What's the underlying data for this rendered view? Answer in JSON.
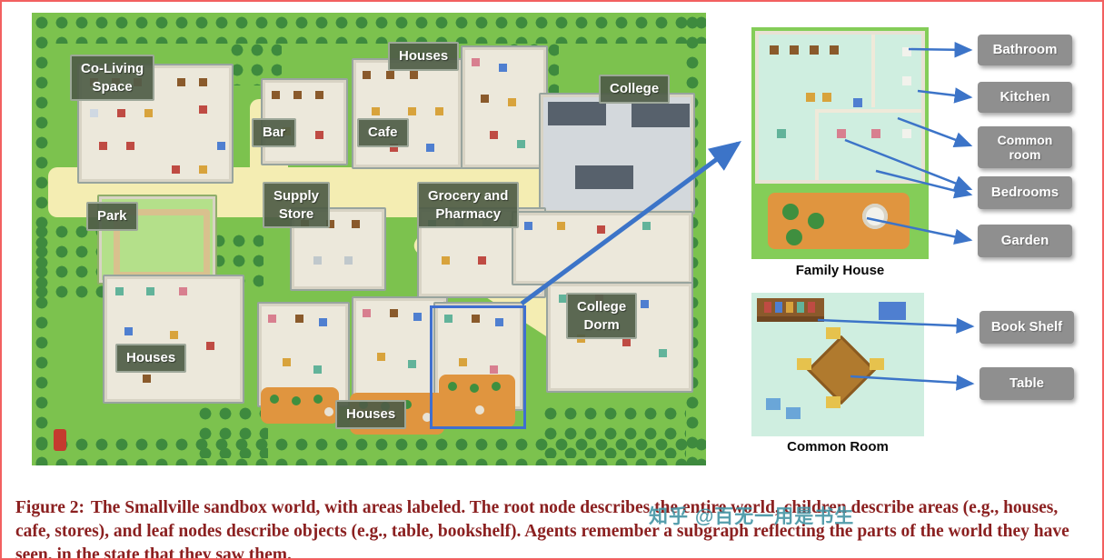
{
  "figure": {
    "caption_prefix": "Figure 2:",
    "caption_body": "The Smallville sandbox world, with areas labeled. The root node describes the entire world, children describe areas (e.g., houses, cafe, stores), and leaf nodes describe objects (e.g., table, bookshelf). Agents remember a subgraph reflecting the parts of the world they have seen, in the state that they saw them.",
    "watermark": "知乎 @百无一用是书生"
  },
  "map": {
    "labels": [
      {
        "text": "Co-Living\nSpace"
      },
      {
        "text": "Houses"
      },
      {
        "text": "Bar"
      },
      {
        "text": "Cafe"
      },
      {
        "text": "College"
      },
      {
        "text": "Park"
      },
      {
        "text": "Supply\nStore"
      },
      {
        "text": "Grocery and\nPharmacy"
      },
      {
        "text": "College\nDorm"
      },
      {
        "text": "Houses"
      },
      {
        "text": "Houses"
      }
    ]
  },
  "insets": {
    "family_house": {
      "caption": "Family House",
      "labels": [
        "Bathroom",
        "Kitchen",
        "Common\nroom",
        "Bedrooms",
        "Garden"
      ]
    },
    "common_room": {
      "caption": "Common Room",
      "labels": [
        "Book Shelf",
        "Table"
      ]
    }
  },
  "colors": {
    "accent_blue": "#3c74c8",
    "tag_gray": "#8f8f8f",
    "map_label_green": "#4e5c47",
    "caption_red": "#8b2020",
    "frame_red": "#f26060",
    "grass_green": "#7cc24e",
    "path_cream": "#f4edb2"
  }
}
